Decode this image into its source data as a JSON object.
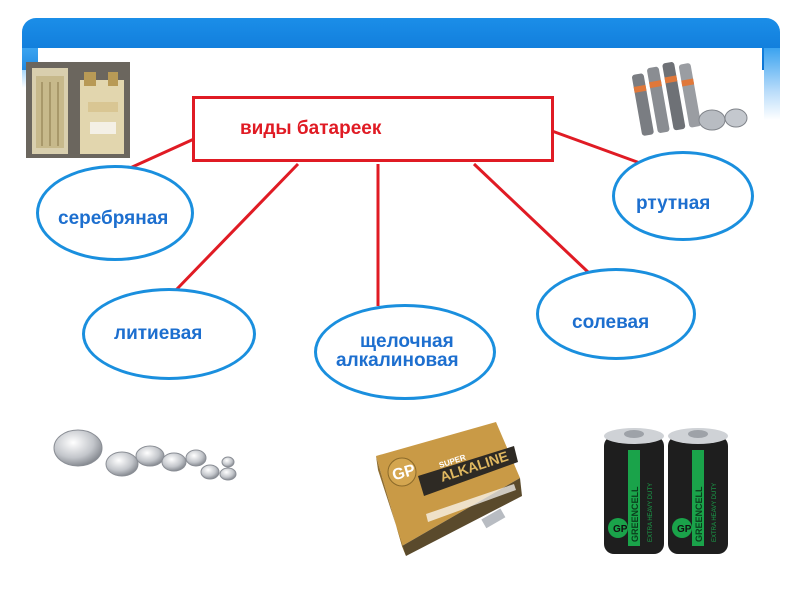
{
  "diagram": {
    "title": "виды батареек",
    "types": {
      "silver": "серебряная",
      "mercury": "ртутная",
      "lithium": "литиевая",
      "alkaline_line1": "щелочная",
      "alkaline_line2": "алкалиновая",
      "salt": "солевая"
    }
  },
  "colors": {
    "banner": "#0c74d4",
    "title_text": "#e01b24",
    "connector": "#e01b24",
    "ellipse_border": "#1a8fde",
    "label_text": "#1d6fcf"
  },
  "images": {
    "battery_logo_text": "GP",
    "flat_battery_brand_1": "SUPER",
    "flat_battery_brand_2": "ALKALINE",
    "d_cell_brand": "GREENCELL",
    "d_cell_caption": "EXTRA HEAVY DUTY"
  }
}
